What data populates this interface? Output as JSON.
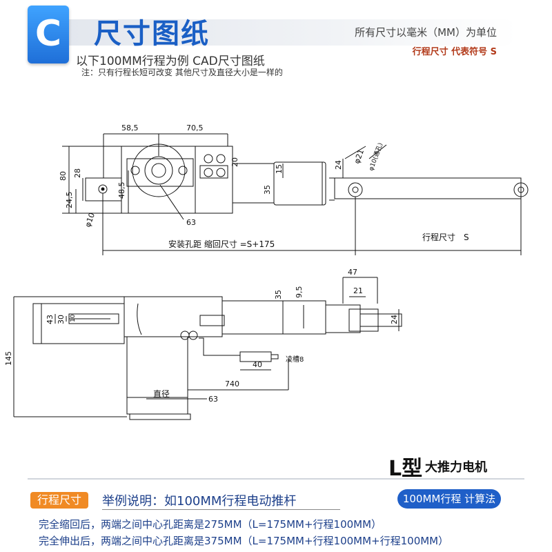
{
  "header": {
    "logo_letter": "C",
    "title": "尺寸图纸",
    "unit_note": "所有尺寸以毫米（MM）为单位",
    "intro": "以下100MM行程为例 CAD尺寸图纸",
    "stroke_code": "行程尺寸 代表符号 S",
    "note": "注：只有行程长短可改变 其他尺寸及直径大小是一样的"
  },
  "drawing_top": {
    "dim_58_5": "58,5",
    "dim_70_5": "70,5",
    "dim_80": "80",
    "dim_28": "28",
    "dim_24_5": "24,5",
    "dim_48_5": "48,5",
    "dim_phi10": "φ10",
    "dim_63": "63",
    "dim_20": "20",
    "dim_15": "15",
    "dim_35": "35",
    "dim_24": "24",
    "dim_phi21": "φ21",
    "dim_phi10_hole": "φ10(通孔)",
    "stroke_label": "行程尺寸　S",
    "mount_label": "安装孔距 缩回尺寸 =S+175"
  },
  "drawing_side": {
    "dim_43": "43",
    "dim_30": "30",
    "dim_10": "10",
    "dim_145": "145",
    "dim_35": "35",
    "dim_9_5": "9,5",
    "dim_47": "47",
    "dim_21": "21",
    "dim_24": "24",
    "dim_40": "40",
    "dim_slot8": "凌槽8",
    "dim_740": "740",
    "diameter_label": "直径",
    "dim_63": "63"
  },
  "footer": {
    "model_label": "L型",
    "model_desc": "大推力电机",
    "stroke_tag": "行程尺寸",
    "example": "举例说明：如100MM行程电动推杆",
    "calc_badge": "100MM行程 计算法",
    "calc_line_1": "完全缩回后，两端之间中心孔距离是275MM（L=175MM+行程100MM）",
    "calc_line_2": "完全伸出后，两端之间中心孔距离是375MM（L=175MM+行程100MM+行程100MM）"
  }
}
